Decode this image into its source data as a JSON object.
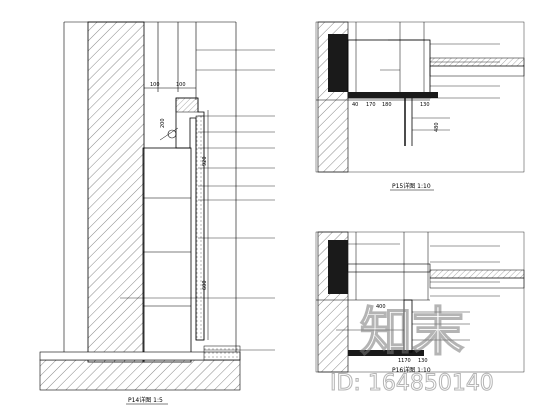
{
  "views": {
    "left": {
      "caption": "P14详图  1:5"
    },
    "top": {
      "caption": "P15详图  1:10"
    },
    "bottom": {
      "caption": "P16详图  1:10"
    }
  },
  "dimensions": {
    "left_100_a": "100",
    "left_100_b": "100",
    "left_200": "200",
    "left_600": "600",
    "left_920": "920",
    "top_40": "40",
    "top_170": "170",
    "top_180": "180",
    "top_130": "130",
    "top_480": "480",
    "bottom_400": "400",
    "bottom_1170": "1170",
    "bottom_130": "130"
  },
  "watermark": {
    "logo_text": "知末",
    "id_text": "ID: 164850140"
  },
  "colors": {
    "line": "#000000",
    "fill_dark": "#1a1a1a",
    "watermark": "#9a9a9a"
  }
}
